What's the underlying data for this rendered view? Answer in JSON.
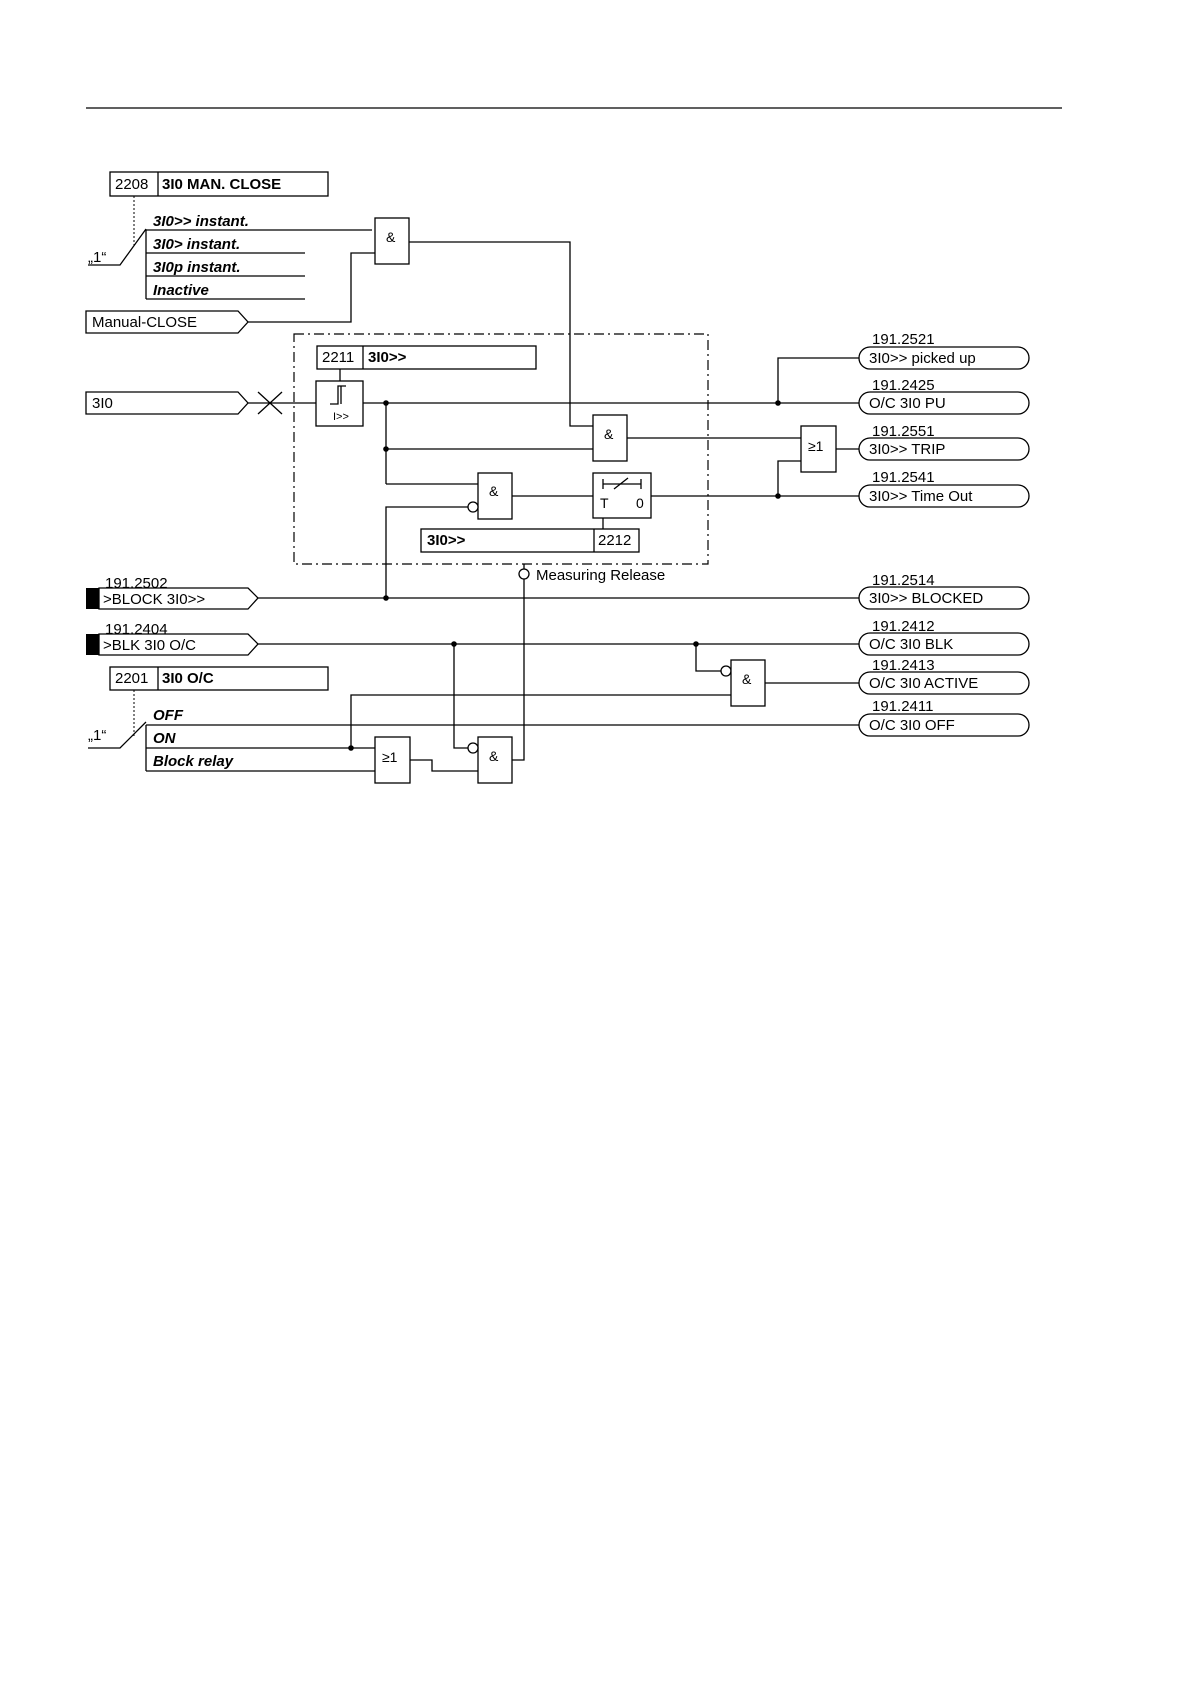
{
  "settings": {
    "man_close": {
      "address": "2208",
      "name": "3I0 MAN. CLOSE",
      "options": [
        "3I0>> instant.",
        "3I0> instant.",
        "3I0p instant.",
        "Inactive"
      ],
      "switch_label": "„1“"
    },
    "pickup": {
      "address": "2211",
      "name": "3I0>>"
    },
    "delay": {
      "address": "2212",
      "name": "3I0>>"
    },
    "oc": {
      "address": "2201",
      "name": "3I0 O/C",
      "options": [
        "OFF",
        "ON",
        "Block relay"
      ],
      "switch_label": "„1“"
    }
  },
  "inputs": {
    "manual_close": "Manual-CLOSE",
    "i0": "3I0",
    "block": {
      "number": "191.2502",
      "label": ">BLOCK 3I0>>"
    },
    "blk_oc": {
      "number": "191.2404",
      "label": ">BLK 3I0 O/C"
    }
  },
  "outputs": [
    {
      "number": "191.2521",
      "label": "3I0>> picked up"
    },
    {
      "number": "191.2425",
      "label": "O/C 3I0 PU"
    },
    {
      "number": "191.2551",
      "label": "3I0>> TRIP"
    },
    {
      "number": "191.2541",
      "label": "3I0>> Time Out"
    },
    {
      "number": "191.2514",
      "label": "3I0>> BLOCKED"
    },
    {
      "number": "191.2412",
      "label": "O/C 3I0 BLK"
    },
    {
      "number": "191.2413",
      "label": "O/C 3I0 ACTIVE"
    },
    {
      "number": "191.2411",
      "label": "O/C 3I0 OFF"
    }
  ],
  "gates": {
    "and": "&",
    "or": "≥1"
  },
  "timer": {
    "t": "T",
    "zero": "0"
  },
  "threshold_label": "I>>",
  "measuring_release": "Measuring Release"
}
